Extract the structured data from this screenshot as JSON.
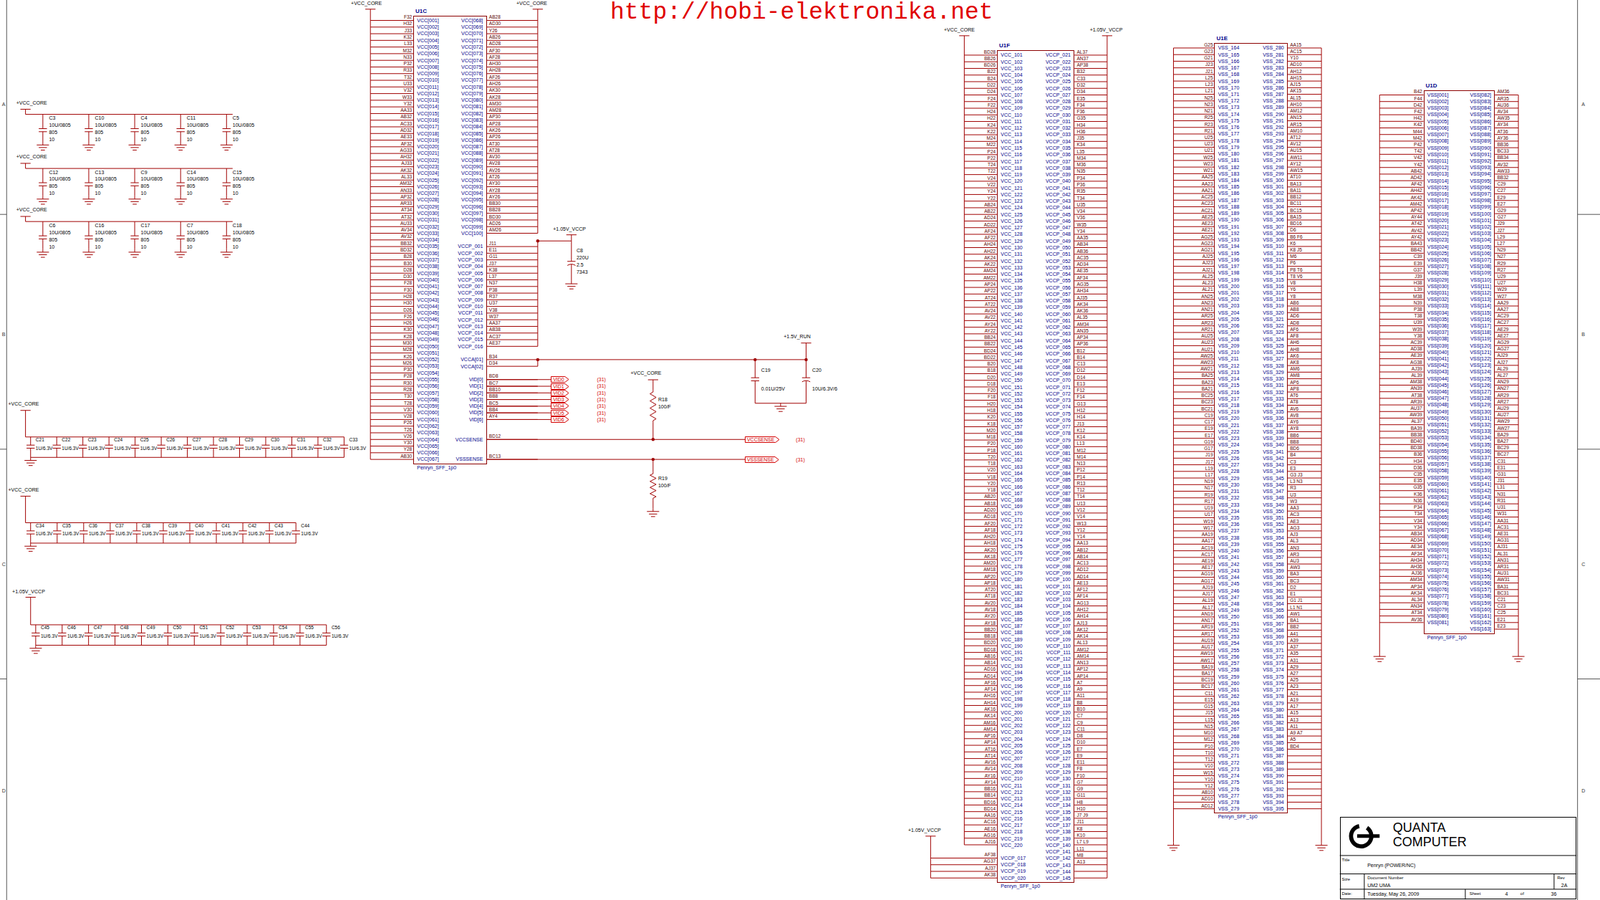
{
  "diagram": {
    "nodes": [
      {
        "text": [
          "U1C",
          "F32 H32 J33 K32 L33 M32 N33 P32 R33 T32 U33 V32 W33 Y32 AA33 AB32 AC33 AD32 AE33 AF32 AG33 AH32 AJ33 AK32 AL33 AM32 AN33 AP32 AR33 AT34 AT32 AU33 AV34 AV32 BB32 BD32 B28 B30 D28 D30 F28 F30 H28 H30 D26 F26 H26 K30 K28 M30 M28 K26 M26 P30 P28 R30 R28 T30 T28 V30 V28 P26 T26 V26 Y30 Y28 AB30",
          "VCC[001] VCC[002] VCC[003] VCC[004] VCC[005] VCC[006] VCC[007] VCC[008] VCC[009] VCC[010] VCC[011] VCC[012] VCC[013] VCC[014] VCC[015] VCC[016] VCC[017] VCC[018] VCC[019] VCC[020] VCC[021] VCC[022] VCC[023] VCC[024] VCC[025] VCC[026] VCC[027] VCC[028] VCC[029] VCC[030] VCC[031] VCC[032] VCC[033] VCC[034] VCC[035] VCC[036] VCC[037] VCC[038] VCC[039] VCC[040] VCC[041] VCC[042] VCC[043] VCC[044] VCC[045] VCC[046] VCC[047] VCC[048] VCC[049] VCC[050] VCC[051] VCC[052] VCC[053] VCC[054] VCC[055] VCC[056] VCC[057] VCC[058] VCC[059] VCC[060] VCC[061] VCC[062] VCC[063] VCC[064] VCC[065] VCC[066] VCC[067]",
          "VCC[068] VCC[069] VCC[070] VCC[071] VCC[072] VCC[073] VCC[074] VCC[075] VCC[076] VCC[077] VCC[078] VCC[079] VCC[080] VCC[081] VCC[082] VCC[083] VCC[084] VCC[085] VCC[086] VCC[087] VCC[088] VCC[089] VCC[090] VCC[091] VCC[092] VCC[093] VCC[094] VCC[095] VCC[096] VCC[097] VCC[098] VCC[099] VCC[100]",
          "AB28 AD30 Y26 AB26 AD28 AF30 AF28 AH30 AH28 AF26 AH26 AK30 AK28 AM30 AM28 AP30 AP28 AK26 AP26 AT30 AT28 AV30 AV28 AV26 AT26 AY30 AY28 AY26 BB30 BB28 BD30 AD26 AM26",
          "VCCP_001 VCCP_002 VCCP_003 VCCP_004 VCCP_005 VCCP_006 VCCP_007 VCCP_008 VCCP_009 VCCP_010 VCCP_011 VCCP_012 VCCP_013 VCCP_014 VCCP_015 VCCP_016",
          "J11 E11 G11 J37 K38 L37 N37 P38 R37 U37 V38 W37 AA37 AB38 AC37 AE37",
          "VCCA[01] VCCA[02]",
          "B34 D34",
          "VID[0] VID[1] VID[2] VID[3] VID[4] VID[5] VID[6]",
          "BD8 BC7 BB10 BB8 BC5 BB4 AY4",
          "VCCSENSE",
          "BD12",
          "VSSSENSE",
          "BC13",
          "Penryn_SFF_1p0"
        ]
      },
      {
        "text": [
          "U1F",
          "BD28 BB26 BD26 B22 B24 D22 D24 F24 F22 H24 H22 K24 K22 M24 M22 P24 P22 T24 T22 V24 V22 Y24 Y22 AB24 AB22 AD24 AD22 AF24 AF22 AH24 AH22 AK24 AK22 AM24 AM22 AP24 AP22 AT24 AT22 AV24 AV22 AY24 AY22 BB24 BB22 BD24 BD22 B20 B18 D20 D18 F20 F18 H20 H18 K20 K18 M20 M18 P20 P18 T20 T18 V20 V18 Y20 Y18 AB20 AB18 AD20 AD18 AF20 AF18 AH20 AH18 AK20 AK18 AM20 AM18 AP20 AP18 AT20 AT18 AV20 AV18 AY20 AY18 BB20 BB18 BD20 BD18 AB16 AB14 AD16 AD14 AF16 AF14 AH16 AH14 AK16 AK14 AM16 AM14 AP16 AP14 AT16 AT14 AV16 AV14 AY16 AY14 BB16 BB14 BD16 BD14 AA16 AC16 AE16 AG16 AJ16",
          "VCC_101 VCC_102 VCC_103 VCC_104 VCC_105 VCC_106 VCC_107 VCC_108 VCC_109 VCC_110 VCC_111 VCC_112 VCC_113 VCC_114 VCC_115 VCC_116 VCC_117 VCC_118 VCC_119 VCC_120 VCC_121 VCC_122 VCC_123 VCC_124 VCC_125 VCC_126 VCC_127 VCC_128 VCC_129 VCC_130 VCC_131 VCC_132 VCC_133 VCC_134 VCC_135 VCC_136 VCC_137 VCC_138 VCC_139 VCC_140 VCC_141 VCC_142 VCC_143 VCC_144 VCC_145 VCC_146 VCC_147 VCC_148 VCC_149 VCC_150 VCC_151 VCC_152 VCC_153 VCC_154 VCC_155 VCC_156 VCC_157 VCC_158 VCC_159 VCC_160 VCC_161 VCC_162 VCC_163 VCC_164 VCC_165 VCC_166 VCC_167 VCC_168 VCC_169 VCC_170 VCC_171 VCC_172 VCC_173 VCC_174 VCC_175 VCC_176 VCC_177 VCC_178 VCC_179 VCC_180 VCC_181 VCC_182 VCC_183 VCC_184 VCC_185 VCC_186 VCC_187 VCC_188 VCC_189 VCC_190 VCC_191 VCC_192 VCC_193 VCC_194 VCC_195 VCC_196 VCC_197 VCC_198 VCC_199 VCC_200 VCC_201 VCC_202 VCC_203 VCC_204 VCC_205 VCC_206 VCC_207 VCC_208 VCC_209 VCC_210 VCC_211 VCC_212 VCC_213 VCC_214 VCC_215 VCC_216 VCC_217 VCC_218 VCC_219 VCC_220",
          "AF38 AG37 AJ37 AK38",
          "VCCP_017 VCCP_018 VCCP_019 VCCP_020",
          "VCCP_021 VCCP_022 VCCP_023 VCCP_024 VCCP_025 VCCP_026 VCCP_027 VCCP_028 VCCP_029 VCCP_030 VCCP_031 VCCP_032 VCCP_033 VCCP_034 VCCP_035 VCCP_036 VCCP_037 VCCP_038 VCCP_039 VCCP_040 VCCP_041 VCCP_042 VCCP_043 VCCP_044 VCCP_045 VCCP_046 VCCP_047 VCCP_048 VCCP_049 VCCP_050 VCCP_051 VCCP_052 VCCP_053 VCCP_054 VCCP_055 VCCP_056 VCCP_057 VCCP_058 VCCP_059 VCCP_060 VCCP_061 VCCP_062 VCCP_063 VCCP_064 VCCP_065 VCCP_066 VCCP_067 VCCP_068 VCCP_069 VCCP_070 VCCP_071 VCCP_072 VCCP_073 VCCP_074 VCCP_075 VCCP_076 VCCP_077 VCCP_078 VCCP_079 VCCP_080 VCCP_081 VCCP_082 VCCP_083 VCCP_084 VCCP_085 VCCP_086 VCCP_087 VCCP_088 VCCP_089 VCCP_090 VCCP_091 VCCP_092 VCCP_093 VCCP_094 VCCP_095 VCCP_096 VCCP_097 VCCP_098 VCCP_099 VCCP_100 VCCP_101 VCCP_102 VCCP_103 VCCP_104 VCCP_105 VCCP_106 VCCP_107 VCCP_108 VCCP_109 VCCP_110 VCCP_111 VCCP_112 VCCP_113 VCCP_114 VCCP_115 VCCP_116 VCCP_117 VCCP_118 VCCP_119 VCCP_120 VCCP_121 VCCP_122 VCCP_123 VCCP_124 VCCP_125 VCCP_126 VCCP_127 VCCP_128 VCCP_129 VCCP_130 VCCP_131 VCCP_132 VCCP_133 VCCP_134 VCCP_135 VCCP_136 VCCP_137 VCCP_138 VCCP_139 VCCP_140 VCCP_141 VCCP_142 VCCP_143 VCCP_144 VCCP_145",
          "AL37 AN37 AP38 B32 C33 D32 D34 E35 F34 F36 G35 H34 H36 J35 K34 L35 M34 M36 N35 P34 P36 R35 T34 U35 V34 V36 W35 Y34 AA35 AB34 AB36 AC35 AD34 AE35 AF34 AG35 AH34 AJ35 AK34 AK36 AL35 AM34 AN35 AP34 AP36 B12 B14 C13 D12 D14 E13 F12 F14 G13 H12 H14 J13 K12 K14 L13 M12 M14 N13 P12 P14 R13 T12 T14 U13 V12 V14 W13 Y12 Y14 AA13 AB12 AB14 AC13 AD12 AD14 AE13 AF12 AF14 AG13 AH12 AH14 AJ13 AK12 AK14 AL13 AM12 AM14 AN13 AP12 AP14 A7 A9 A11 B8 B10 C7 C9 C11 D8 D10 E7 E9 E11 F8 F10 G7 G9 G11 H8 H10 J7 J9 J11 K8 K10 L7 L9 L11 M8 A13",
          "Penryn_SFF_1p0"
        ]
      },
      {
        "text": [
          "U1E",
          "G25 G23 G21 J23 J21 L25 L23 L21 N25 N23 N21 R25 R23 R21 U25 U23 U21 W25 W23 W21 AA25 AA23 AA21 AC25 AC23 AC21 AE25 AE23 AE21 AG25 AG23 AG21 AJ25 AJ23 AJ21 AL25 AL23 AL21 AN25 AN23 AN21 AR25 AR23 AR21 AU25 AU23 AU21 AW25 AW23 AW21 BA25 BA23 BA21 BC25 BC23 BC21 C19 C17 E19 E17 G19 G17 J19 J17 L19 L17 N19 N17 R19 R17 U19 U17 W19 W17 AA19 AA17 AC19 AC17 AE19 AE17 AG19 AG17 AJ19 AJ17 AL19 AL17 AN19 AN17 AR19 AR17 AU19 AU17 AW19 AW17 BA19 BA17 BC19 BC17 C11 E15 G15 J15 L15 N15 M10 M12 P10 T10 T12 V10 W15 Y10 Y12 AB10 AD10 AD12",
          "VSS_164 VSS_165 VSS_166 VSS_167 VSS_168 VSS_169 VSS_170 VSS_171 VSS_172 VSS_173 VSS_174 VSS_175 VSS_176 VSS_177 VSS_178 VSS_179 VSS_180 VSS_181 VSS_182 VSS_183 VSS_184 VSS_185 VSS_186 VSS_187 VSS_188 VSS_189 VSS_190 VSS_191 VSS_192 VSS_193 VSS_194 VSS_195 VSS_196 VSS_197 VSS_198 VSS_199 VSS_200 VSS_201 VSS_202 VSS_203 VSS_204 VSS_205 VSS_206 VSS_207 VSS_208 VSS_209 VSS_210 VSS_211 VSS_212 VSS_213 VSS_214 VSS_215 VSS_216 VSS_217 VSS_218 VSS_219 VSS_220 VSS_221 VSS_222 VSS_223 VSS_224 VSS_225 VSS_226 VSS_227 VSS_228 VSS_229 VSS_230 VSS_231 VSS_232 VSS_233 VSS_234 VSS_235 VSS_236 VSS_237 VSS_238 VSS_239 VSS_240 VSS_241 VSS_242 VSS_243 VSS_244 VSS_245 VSS_246 VSS_247 VSS_248 VSS_249 VSS_250 VSS_251 VSS_252 VSS_253 VSS_254 VSS_255 VSS_256 VSS_257 VSS_258 VSS_259 VSS_260 VSS_261 VSS_262 VSS_263 VSS_264 VSS_265 VSS_266 VSS_267 VSS_268 VSS_269 VSS_270 VSS_271 VSS_272 VSS_273 VSS_274 VSS_275 VSS_276 VSS_277 VSS_278 VSS_279",
          "VSS_280 VSS_281 VSS_282 VSS_283 VSS_284 VSS_285 VSS_286 VSS_287 VSS_288 VSS_289 VSS_290 VSS_291 VSS_292 VSS_293 VSS_294 VSS_295 VSS_296 VSS_297 VSS_298 VSS_299 VSS_300 VSS_301 VSS_302 VSS_303 VSS_304 VSS_305 VSS_306 VSS_307 VSS_308 VSS_309 VSS_310 VSS_311 VSS_312 VSS_313 VSS_314 VSS_315 VSS_316 VSS_317 VSS_318 VSS_319 VSS_320 VSS_321 VSS_322 VSS_323 VSS_324 VSS_325 VSS_326 VSS_327 VSS_328 VSS_329 VSS_330 VSS_331 VSS_332 VSS_333 VSS_334 VSS_335 VSS_336 VSS_337 VSS_338 VSS_339 VSS_340 VSS_341 VSS_342 VSS_343 VSS_344 VSS_345 VSS_346 VSS_347 VSS_348 VSS_349 VSS_350 VSS_351 VSS_352 VSS_353 VSS_354 VSS_355 VSS_356 VSS_357 VSS_358 VSS_359 VSS_360 VSS_361 VSS_362 VSS_363 VSS_364 VSS_365 VSS_366 VSS_367 VSS_368 VSS_369 VSS_370 VSS_371 VSS_372 VSS_373 VSS_374 VSS_375 VSS_376 VSS_377 VSS_378 VSS_379 VSS_380 VSS_381 VSS_382 VSS_383 VSS_384 VSS_385 VSS_386 VSS_387 VSS_388 VSS_389 VSS_390 VSS_391 VSS_392 VSS_393 VSS_394 VSS_395",
          "AA15 AC15 Y10 AD10 AH12 AH15 AJ15 AK15 AL15 AH10 AM12 AN15 AR15 AM10 AT12 AV12 AU15 AW11 AY12 AW15 AT10 BA13 BA11 BB12 BC11 BC15 BA15 BD16 D6 B6 F6 K6 K8 J5 M6 P6 P8 T6 T8 V6 V8 Y6 Y8 AB6 AB8 AD6 AD8 AF6 AF8 AH6 AH8 AK6 AK8 AM6 AM8 AP6 AP8 AT6 AT8 AV6 AV8 AY6 AY8 BB6 BB8 BD6 B4 C3 E3 G3 J3 L3 N3 R3 U3 W3 AA3 AC3 AE3 AG3 AJ3 AL3 AN3 AR3 AU3 AW3 BA3 BC3 D2 E1 G1 J1 L1 N1 AW1 BA1 BB2 A41 A39 A37 A35 A31 A29 A27 A25 A23 A21 A19 A17 A15 A13 A11 A9 A7 A5 BD4",
          "Penryn_SFF_1p0"
        ]
      },
      {
        "text": [
          "U1D",
          "B42 F44 D42 F42 H42 K42 M44 M42 P42 T42 V42 Y42 AB42 AD42 AF42 AH42 AK42 AM42 AP42 AY44 AT42 AV42 AY42 BA43 BB42 C39 E39 G37 J39 H38 L39 M38 N39 P38 T38 U39 W39 Y38 AC39 AD38 AE39 AG38 AJ39 AL39 AM38 AN39 AT38 AR39 AU37 AW39 AL37 BA39 BB38 BD40 BD38 B36 H34 D36 C35 E35 G35 K36 N36 P34 T34 V34 Y34 AB34 AD34 AE34 AF34 AH34 AH36 AJ36 AM34 AP34 AK34 AL34 AN34 AT34 AV36",
          "VSS[001] VSS[002] VSS[003] VSS[004] VSS[005] VSS[006] VSS[007] VSS[008] VSS[009] VSS[010] VSS[011] VSS[012] VSS[013] VSS[014] VSS[015] VSS[016] VSS[017] VSS[018] VSS[019] VSS[020] VSS[021] VSS[022] VSS[023] VSS[024] VSS[025] VSS[026] VSS[027] VSS[028] VSS[029] VSS[030] VSS[031] VSS[032] VSS[033] VSS[034] VSS[035] VSS[036] VSS[037] VSS[038] VSS[039] VSS[040] VSS[041] VSS[042] VSS[043] VSS[044] VSS[045] VSS[046] VSS[047] VSS[048] VSS[049] VSS[050] VSS[051] VSS[052] VSS[053] VSS[054] VSS[055] VSS[056] VSS[057] VSS[058] VSS[059] VSS[060] VSS[061] VSS[062] VSS[063] VSS[064] VSS[065] VSS[066] VSS[067] VSS[068] VSS[069] VSS[070] VSS[071] VSS[072] VSS[073] VSS[074] VSS[075] VSS[076] VSS[077] VSS[078] VSS[079] VSS[080] VSS[081]",
          "VSS[082] VSS[083] VSS[084] VSS[085] VSS[086] VSS[087] VSS[088] VSS[089] VSS[090] VSS[091] VSS[092] VSS[093] VSS[094] VSS[095] VSS[096] VSS[097] VSS[098] VSS[099] VSS[100] VSS[101] VSS[102] VSS[103] VSS[104] VSS[105] VSS[106] VSS[107] VSS[108] VSS[109] VSS[110] VSS[111] VSS[112] VSS[113] VSS[114] VSS[115] VSS[116] VSS[117] VSS[118] VSS[119] VSS[120] VSS[121] VSS[122] VSS[123] VSS[124] VSS[125] VSS[126] VSS[127] VSS[128] VSS[129] VSS[130] VSS[131] VSS[132] VSS[133] VSS[134] VSS[135] VSS[136] VSS[137] VSS[138] VSS[139] VSS[140] VSS[141] VSS[142] VSS[143] VSS[144] VSS[145] VSS[146] VSS[147] VSS[148] VSS[149] VSS[150] VSS[151] VSS[152] VSS[153] VSS[154] VSS[155] VSS[156] VSS[157] VSS[158] VSS[159] VSS[160] VSS[161] VSS[162] VSS[163]",
          "AM36 AR35 AU36 AV34 AW35 AY34 AT36 AY36 BB36 BC33 BB34 AV32 AW33 BB32 C29 C27 E29 E27 G29 G27 J29 J27 L29 L27 N29 N27 R29 R27 U29 U27 W29 W27 AA29 AA27 AC29 AC27 AE29 AE27 AG29 AG27 AJ29 AJ27 AL29 AL27 AN29 AN27 AR29 AR27 AU29 AU27 AW29 AW27 BA29 BA27 BC29 BC27 C31 E31 G31 J31 L31 N31 R31 U31 W31 AA31 AC31 AE31 AG31 AJ31 AL31 AN31 AR31 AU31 AW31 BA31 BC31 C21 C23 C25 E21 E23",
          "Penryn_SFF_1p0"
        ]
      },
      {
        "text": [
          "VID0"
        ]
      },
      {
        "text": [
          "VID1"
        ]
      },
      {
        "text": [
          "VID2"
        ]
      },
      {
        "text": [
          "VID3"
        ]
      },
      {
        "text": [
          "VID4"
        ]
      },
      {
        "text": [
          "VID5"
        ]
      },
      {
        "text": [
          "VID6"
        ]
      },
      {
        "text": [
          "VCCSENSE"
        ]
      },
      {
        "text": [
          "VSSSENSE"
        ]
      },
      {
        "text": [
          "QUANTA COMPUTER",
          "Title",
          "Penryn (POWER/NC)",
          "Size",
          "Document Number",
          "UM2 UMA",
          "Rev",
          "2A",
          "Date:",
          "Tuesday, May 26, 2009",
          "Sheet",
          "4",
          "of",
          "36"
        ]
      }
    ],
    "edges": [
      {
        "from": 0,
        "to": 4,
        "arrow": "none"
      },
      {
        "from": 0,
        "to": 5,
        "arrow": "none"
      },
      {
        "from": 0,
        "to": 6,
        "arrow": "none"
      },
      {
        "from": 0,
        "to": 7,
        "arrow": "none"
      },
      {
        "from": 0,
        "to": 8,
        "arrow": "none"
      },
      {
        "from": 0,
        "to": 9,
        "arrow": "none"
      },
      {
        "from": 0,
        "to": 10,
        "arrow": "none"
      },
      {
        "from": 0,
        "to": 11,
        "arrow": "none"
      },
      {
        "from": 0,
        "to": 12,
        "arrow": "none"
      }
    ],
    "labels": [
      "http://hobi-elektronika.net",
      "A",
      "B",
      "C",
      "D",
      "A",
      "B",
      "C",
      "D",
      "+VCC_CORE",
      "C3",
      "10U/0805",
      "805",
      "10",
      "C10",
      "10U/0805",
      "805",
      "10",
      "C4",
      "10U/0805",
      "805",
      "10",
      "C11",
      "10U/0805",
      "805",
      "10",
      "C5",
      "10U/0805",
      "805",
      "10",
      "+VCC_CORE",
      "C12",
      "10U/0805",
      "805",
      "10",
      "C13",
      "10U/0805",
      "805",
      "10",
      "C9",
      "10U/0805",
      "805",
      "10",
      "C14",
      "10U/0805",
      "805",
      "10",
      "C15",
      "10U/0805",
      "805",
      "10",
      "+VCC_CORE",
      "C6",
      "10U/0805",
      "805",
      "10",
      "C16",
      "10U/0805",
      "805",
      "10",
      "C17",
      "10U/0805",
      "805",
      "10",
      "C7",
      "10U/0805",
      "805",
      "10",
      "C18",
      "10U/0805",
      "805",
      "10",
      "+VCC_CORE",
      "C21",
      "1U/6.3V",
      "C22",
      "1U/6.3V",
      "C23",
      "1U/6.3V",
      "C24",
      "1U/6.3V",
      "C25",
      "1U/6.3V",
      "C26",
      "1U/6.3V",
      "C27",
      "1U/6.3V",
      "C28",
      "1U/6.3V",
      "C29",
      "1U/6.3V",
      "C30",
      "1U/6.3V",
      "C31",
      "1U/6.3V",
      "C32",
      "1U/6.3V",
      "C33",
      "1U/6.3V",
      "+VCC_CORE",
      "C34",
      "1U/6.3V",
      "C35",
      "1U/6.3V",
      "C36",
      "1U/6.3V",
      "C37",
      "1U/6.3V",
      "C38",
      "1U/6.3V",
      "C39",
      "1U/6.3V",
      "C40",
      "1U/6.3V",
      "C41",
      "1U/6.3V",
      "C42",
      "1U/6.3V",
      "C43",
      "1U/6.3V",
      "C44",
      "1U/6.3V",
      "+1.05V_VCCP",
      "C45",
      "1U/6.3V",
      "C46",
      "1U/6.3V",
      "C47",
      "1U/6.3V",
      "C48",
      "1U/6.3V",
      "C49",
      "1U/6.3V",
      "C50",
      "1U/6.3V",
      "C51",
      "1U/6.3V",
      "C52",
      "1U/6.3V",
      "C53",
      "1U/6.3V",
      "C54",
      "1U/6.3V",
      "C55",
      "1U/6.3V",
      "C56",
      "1U/6.3V",
      "+VCC_CORE",
      "+VCC_CORE",
      "+1.05V_VCCP",
      "C8",
      "220U",
      "2.5",
      "7343",
      "+1.5V_RUN",
      "C19",
      "0.01U/25V",
      "C20",
      "10U/6.3V/6",
      "+VCC_CORE",
      "R18",
      "100/F",
      "R19",
      "100/F",
      "(31)",
      "(31)",
      "(31)",
      "(31)",
      "(31)",
      "(31)",
      "(31)",
      "(31)",
      "(31)",
      "+VCC_CORE",
      "+1.05V_VCCP",
      "+1.05V_VCCP"
    ]
  }
}
